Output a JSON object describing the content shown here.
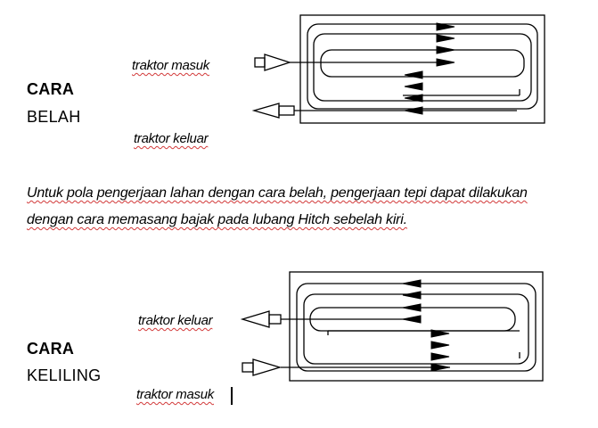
{
  "section_belah": {
    "heading_line1": "CARA",
    "heading_line2": "BELAH",
    "label_enter": "traktor masuk",
    "label_exit": "traktor keluar"
  },
  "paragraph": {
    "line1": "Untuk pola pengerjaan lahan dengan cara belah, pengerjaan tepi dapat dilakukan",
    "line2": "dengan cara memasang bajak pada lubang Hitch sebelah kiri."
  },
  "section_keliling": {
    "heading_line1": "CARA",
    "heading_line2": "KELILING",
    "label_exit": "traktor keluar",
    "label_enter": "traktor masuk"
  }
}
